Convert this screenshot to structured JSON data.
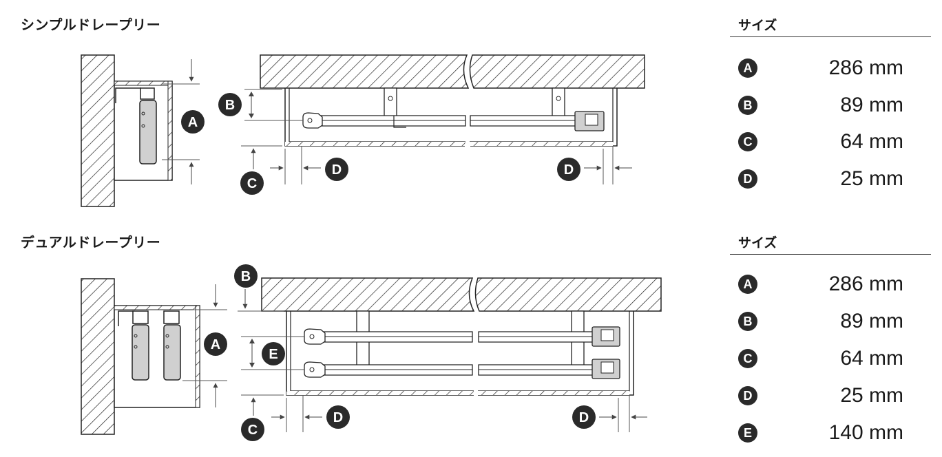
{
  "sections": [
    {
      "title": "シンプルドレープリー",
      "table_title": "サイズ",
      "sizes": [
        {
          "letter": "A",
          "value": "286 mm"
        },
        {
          "letter": "B",
          "value": "89 mm"
        },
        {
          "letter": "C",
          "value": "64 mm"
        },
        {
          "letter": "D",
          "value": "25 mm"
        }
      ]
    },
    {
      "title": "デュアルドレープリー",
      "table_title": "サイズ",
      "sizes": [
        {
          "letter": "A",
          "value": "286 mm"
        },
        {
          "letter": "B",
          "value": "89 mm"
        },
        {
          "letter": "C",
          "value": "64 mm"
        },
        {
          "letter": "D",
          "value": "25 mm"
        },
        {
          "letter": "E",
          "value": "140 mm"
        }
      ]
    }
  ],
  "colors": {
    "ink": "#1a1a1a",
    "badge": "#2a2a2a",
    "bracket_fill": "#d0d0d0",
    "background": "#ffffff"
  }
}
